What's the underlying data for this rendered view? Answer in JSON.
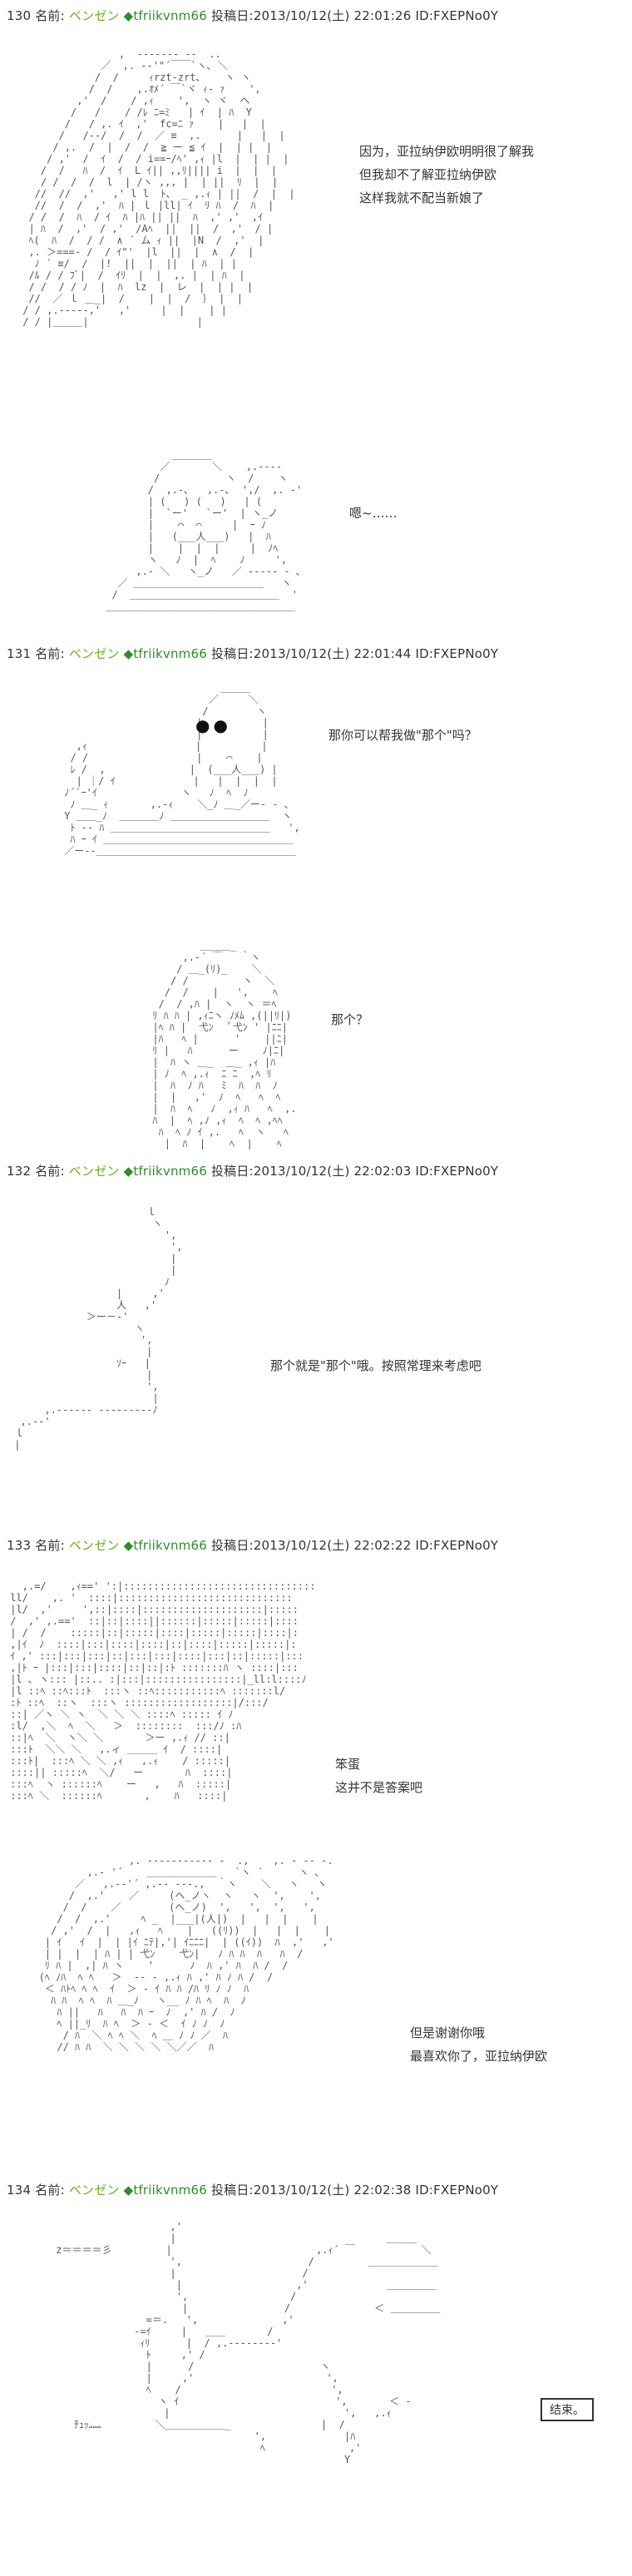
{
  "posts": [
    {
      "number": "130",
      "label": "名前:",
      "name": "ベンゼン",
      "trip": "◆tfriikvnm66",
      "posted_label": "投稿日:",
      "date": "2013/10/12(土) 22:01:26",
      "id": "ID:FXEPNo0Y"
    },
    {
      "number": "131",
      "label": "名前:",
      "name": "ベンゼン",
      "trip": "◆tfriikvnm66",
      "posted_label": "投稿日:",
      "date": "2013/10/12(土) 22:01:44",
      "id": "ID:FXEPNo0Y"
    },
    {
      "number": "132",
      "label": "名前:",
      "name": "ベンゼン",
      "trip": "◆tfriikvnm66",
      "posted_label": "投稿日:",
      "date": "2013/10/12(土) 22:02:03",
      "id": "ID:FXEPNo0Y"
    },
    {
      "number": "133",
      "label": "名前:",
      "name": "ベンゼン",
      "trip": "◆tfriikvnm66",
      "posted_label": "投稿日:",
      "date": "2013/10/12(土) 22:02:22",
      "id": "ID:FXEPNo0Y"
    },
    {
      "number": "134",
      "label": "名前:",
      "name": "ベンゼン",
      "trip": "◆tfriikvnm66",
      "posted_label": "投稿日:",
      "date": "2013/10/12(土) 22:02:38",
      "id": "ID:FXEPNo0Y"
    }
  ],
  "speech": {
    "p130": [
      "因为，亚拉纳伊欧明明很了解我",
      "但我却不了解亚拉纳伊欧",
      "这样我就不配当新娘了"
    ],
    "p130b": [
      "嗯~……"
    ],
    "p131": [
      "那你可以帮我做\"那个\"吗？"
    ],
    "p131b": [
      "那个？"
    ],
    "p132": [
      "那个就是\"那个\"哦。按照常理来考虑吧"
    ],
    "p133": [
      "笨蛋",
      "这并不是答案吧"
    ],
    "p133b": [
      "但是谢谢你哦",
      "最喜欢你了，亚拉纳伊欧"
    ],
    "p134": [
      "チュッ……"
    ]
  },
  "end_label": "结束。"
}
